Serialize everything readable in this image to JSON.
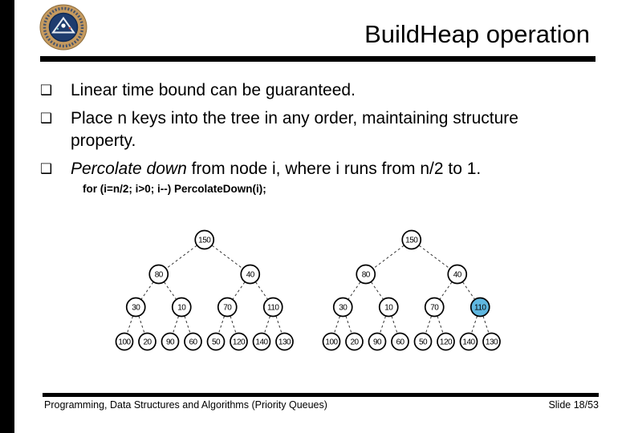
{
  "slide": {
    "title": "BuildHeap operation",
    "bullet_char": "❑",
    "bullets": {
      "b1": "Linear time bound can be guaranteed.",
      "b2_line1": "Place n keys into the tree in any order, maintaining structure",
      "b2_line2": "property.",
      "b3_italic": "Percolate down",
      "b3_rest": " from node i, where i runs from n/2 to 1."
    },
    "code_line": "for (i=n/2; i>0; i--) PercolateDown(i);",
    "footer": {
      "left": "Programming, Data Structures and Algorithms (Priority Queues)",
      "right": "Slide 18/53"
    }
  },
  "logo": {
    "description": "university-seal",
    "ring_color": "#C59A5F",
    "inner_color": "#1E3C6E"
  },
  "diagram": {
    "type": "binary-tree",
    "tree_values": [
      150,
      80,
      40,
      30,
      10,
      70,
      110,
      100,
      20,
      90,
      60,
      50,
      120,
      140,
      130
    ],
    "trees": [
      {
        "name": "heap-tree-left",
        "highlight_index": null
      },
      {
        "name": "heap-tree-right",
        "highlight_index": 6
      }
    ],
    "highlight_fill": "#5FB7E0",
    "node_fill": "#FFFFFF",
    "node_stroke": "#000000",
    "edge_color": "#333333"
  }
}
